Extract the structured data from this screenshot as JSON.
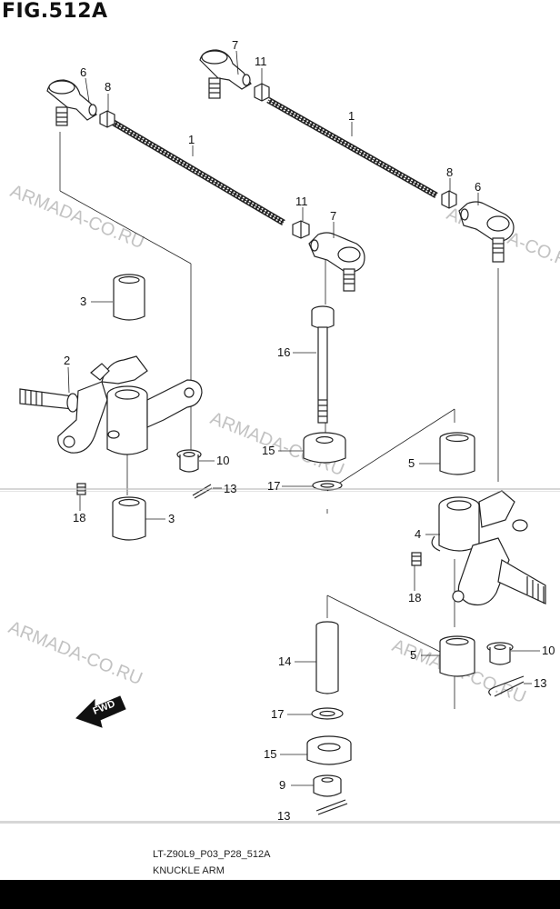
{
  "figure_title": "FIG.512A",
  "watermark": "ARMADA-CO.RU",
  "fwd_label": "FWD",
  "footer_code": "LT-Z90L9_P03_P28_512A",
  "footer_caption": "KNUCKLE ARM",
  "callouts": {
    "c6_top_left": "6",
    "c8_top_left": "8",
    "c1_left_rod": "1",
    "c11_left_rod": "11",
    "c7_left_rod": "7",
    "c7_top": "7",
    "c11_top": "11",
    "c1_right_rod": "1",
    "c8_right_rod": "8",
    "c6_right_rod": "6",
    "c3_upper": "3",
    "c2_knuckle": "2",
    "c16_bolt": "16",
    "c15_upper": "15",
    "c10_left": "10",
    "c17_upper": "17",
    "c13_left": "13",
    "c18_left": "18",
    "c3_lower": "3",
    "c5_upper": "5",
    "c4_knuckle": "4",
    "c18_right": "18",
    "c14_pin": "14",
    "c5_lower": "5",
    "c10_right": "10",
    "c13_right": "13",
    "c17_lower": "17",
    "c15_lower": "15",
    "c9_nut": "9",
    "c13_bottom": "13"
  }
}
